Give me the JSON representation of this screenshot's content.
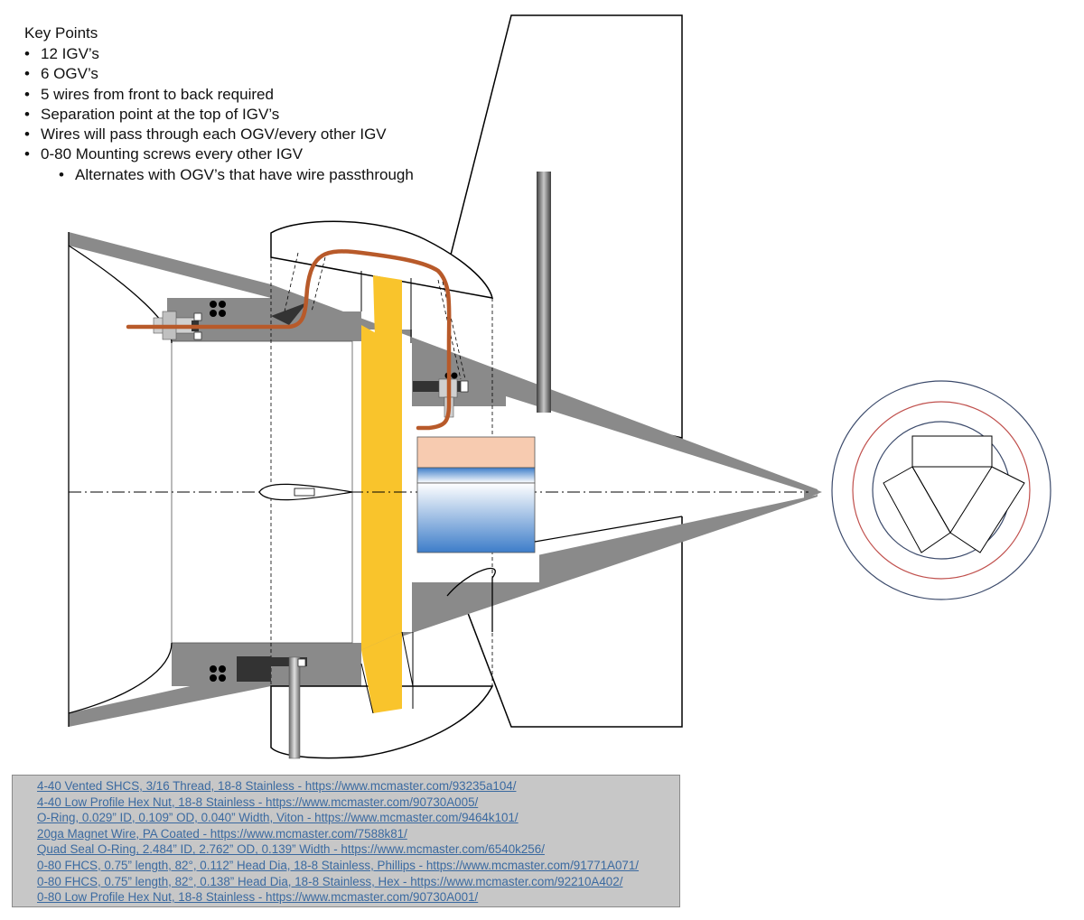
{
  "key_points": {
    "title": "Key Points",
    "items": [
      {
        "text": "12 IGV’s",
        "level": 1
      },
      {
        "text": "6 OGV’s",
        "level": 1
      },
      {
        "text": "5 wires from front to back required",
        "level": 1
      },
      {
        "text": "Separation point at the top of IGV’s",
        "level": 1
      },
      {
        "text": "Wires will pass through each OGV/every other IGV",
        "level": 1
      },
      {
        "text": "0-80 Mounting screws every other IGV",
        "level": 1
      },
      {
        "text": "Alternates with OGV’s that have wire passthrough",
        "level": 2
      }
    ]
  },
  "parts_list": [
    "4-40 Vented SHCS, 3/16 Thread, 18-8 Stainless - https://www.mcmaster.com/93235a104/",
    "4-40 Low Profile Hex Nut, 18-8 Stainless - https://www.mcmaster.com/90730A005/",
    "O-Ring, 0.029” ID, 0.109” OD, 0.040” Width, Viton - https://www.mcmaster.com/9464k101/",
    "20ga Magnet Wire, PA Coated - https://www.mcmaster.com/7588k81/",
    "Quad Seal O-Ring, 2.484” ID, 2.762” OD, 0.139” Width - https://www.mcmaster.com/6540k256/",
    "0-80 FHCS, 0.75” length, 82°, 0.112” Head Dia, 18-8 Stainless, Phillips - https://www.mcmaster.com/91771A071/",
    "0-80 FHCS, 0.75” length, 82°, 0.138” Head Dia, 18-8 Stainless, Hex - https://www.mcmaster.com/92210A402/",
    "0-80 Low Profile Hex Nut, 18-8 Stainless - https://www.mcmaster.com/90730A001/"
  ],
  "colors": {
    "body_gray": "#8a8a8a",
    "rotor_yellow": "#f9c42c",
    "wire_copper": "#b85a2a",
    "battery_peach": "#f7cbb0",
    "battery_blue": "#3d7dc9",
    "inner_circle_blue": "#3b4a6b",
    "middle_circle_red": "#c0504d",
    "parts_box_gray": "#c7c7c7",
    "link_blue": "#3b6aa0"
  }
}
